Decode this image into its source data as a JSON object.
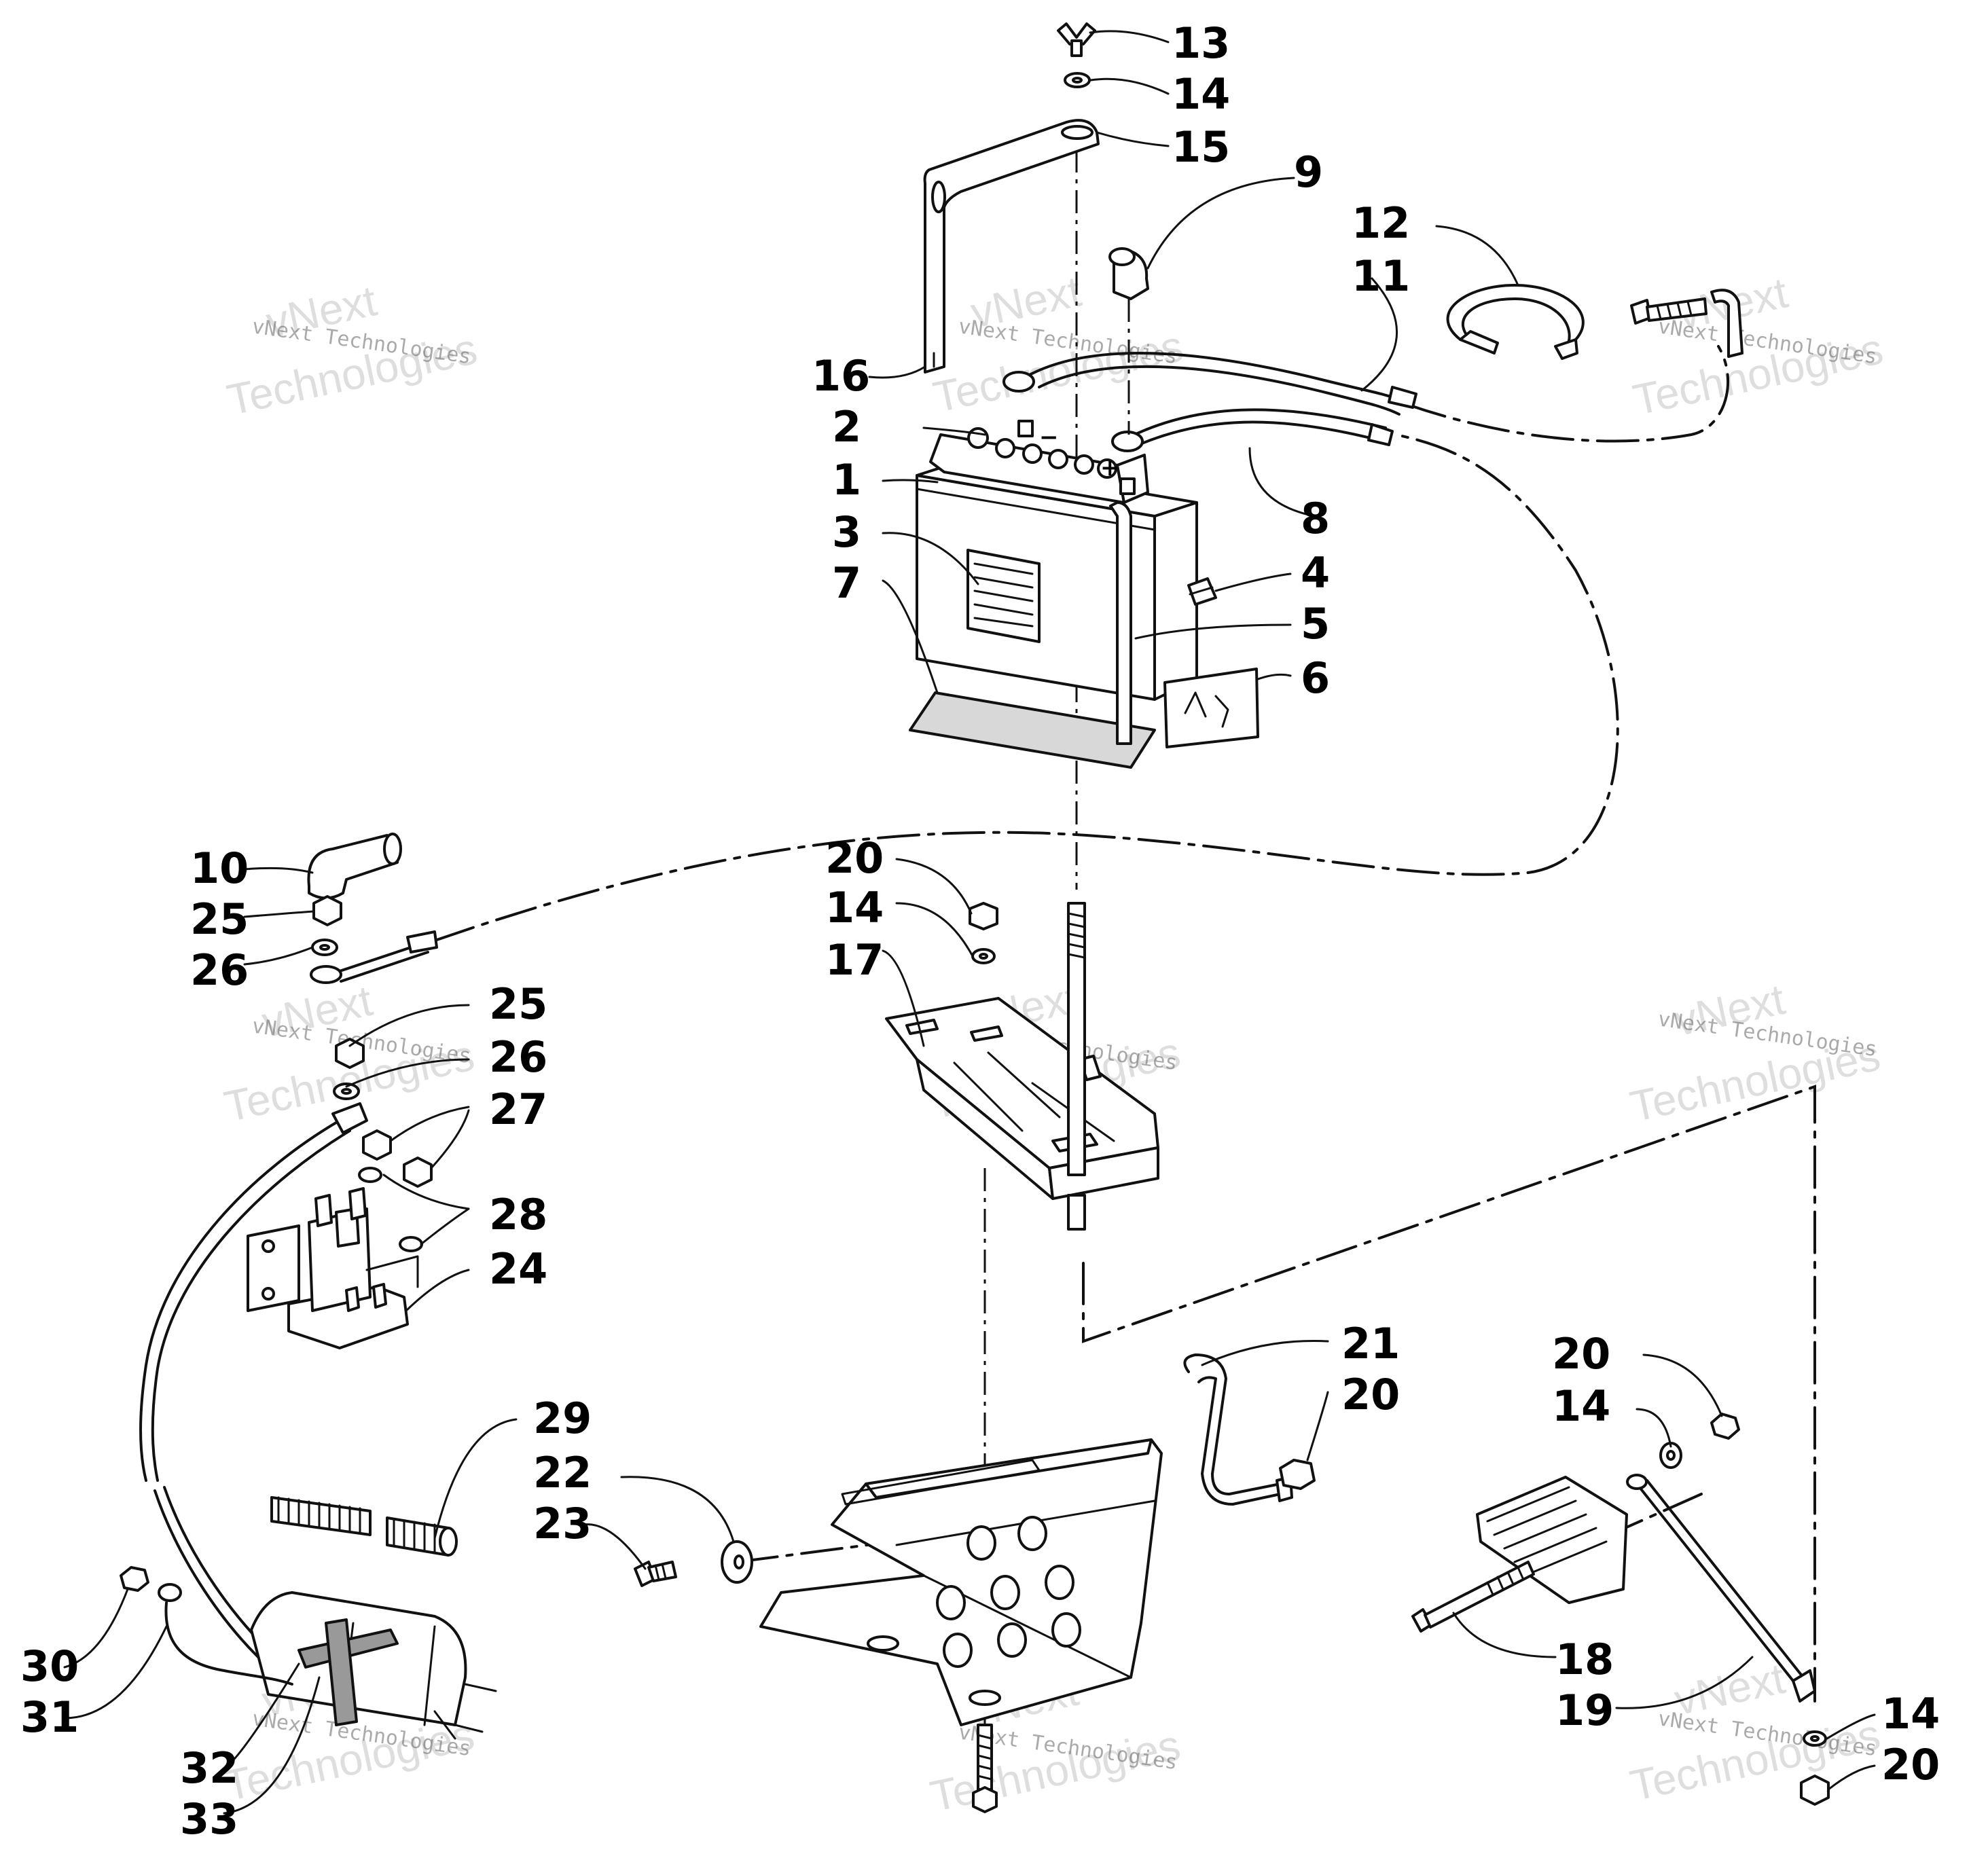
{
  "callouts": [
    {
      "n": "13"
    },
    {
      "n": "14"
    },
    {
      "n": "15"
    },
    {
      "n": "9"
    },
    {
      "n": "12"
    },
    {
      "n": "11"
    },
    {
      "n": "16"
    },
    {
      "n": "2"
    },
    {
      "n": "1"
    },
    {
      "n": "3"
    },
    {
      "n": "7"
    },
    {
      "n": "8"
    },
    {
      "n": "4"
    },
    {
      "n": "5"
    },
    {
      "n": "6"
    },
    {
      "n": "10"
    },
    {
      "n": "25"
    },
    {
      "n": "26"
    },
    {
      "n": "20"
    },
    {
      "n": "14"
    },
    {
      "n": "17"
    },
    {
      "n": "25"
    },
    {
      "n": "26"
    },
    {
      "n": "27"
    },
    {
      "n": "28"
    },
    {
      "n": "24"
    },
    {
      "n": "21"
    },
    {
      "n": "20"
    },
    {
      "n": "29"
    },
    {
      "n": "22"
    },
    {
      "n": "23"
    },
    {
      "n": "20"
    },
    {
      "n": "14"
    },
    {
      "n": "18"
    },
    {
      "n": "19"
    },
    {
      "n": "30"
    },
    {
      "n": "31"
    },
    {
      "n": "32"
    },
    {
      "n": "33"
    },
    {
      "n": "14"
    },
    {
      "n": "20"
    }
  ],
  "watermark": {
    "line1": "vNext Technologies",
    "line2": "vNext",
    "line3": "Technologies"
  },
  "battery_terminals": {
    "negative": "−",
    "positive": "+"
  }
}
